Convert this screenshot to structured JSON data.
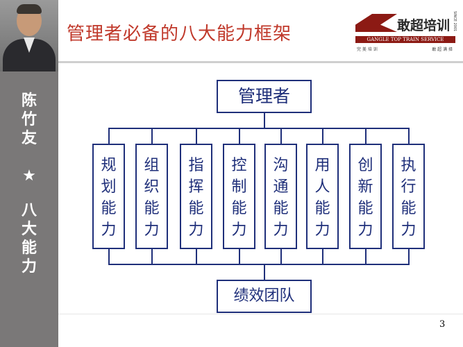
{
  "sidebar": {
    "name_chars": [
      "陈",
      "竹",
      "友"
    ],
    "star": "★",
    "topic_chars": [
      "八",
      "大",
      "能",
      "力"
    ]
  },
  "header": {
    "title": "管理者必备的八大能力框架"
  },
  "logo": {
    "cn": "敢超培训",
    "en": "GANGLE TOP TRAIN SERVICE",
    "since": "SINCE 2001",
    "sub_left": "完 美 培 训",
    "sub_right": "敢 超 满 择"
  },
  "diagram": {
    "top_label": "管理者",
    "bottom_label": "绩效团队",
    "capabilities": [
      [
        "规",
        "划",
        "能",
        "力"
      ],
      [
        "组",
        "织",
        "能",
        "力"
      ],
      [
        "指",
        "挥",
        "能",
        "力"
      ],
      [
        "控",
        "制",
        "能",
        "力"
      ],
      [
        "沟",
        "通",
        "能",
        "力"
      ],
      [
        "用",
        "人",
        "能",
        "力"
      ],
      [
        "创",
        "新",
        "能",
        "力"
      ],
      [
        "执",
        "行",
        "能",
        "力"
      ]
    ]
  },
  "footer": {
    "page_number": "3"
  },
  "colors": {
    "accent_title": "#c0392b",
    "diagram_blue": "#1f2f7a",
    "sidebar_gray": "#7a7878",
    "logo_red": "#8c1a14"
  }
}
